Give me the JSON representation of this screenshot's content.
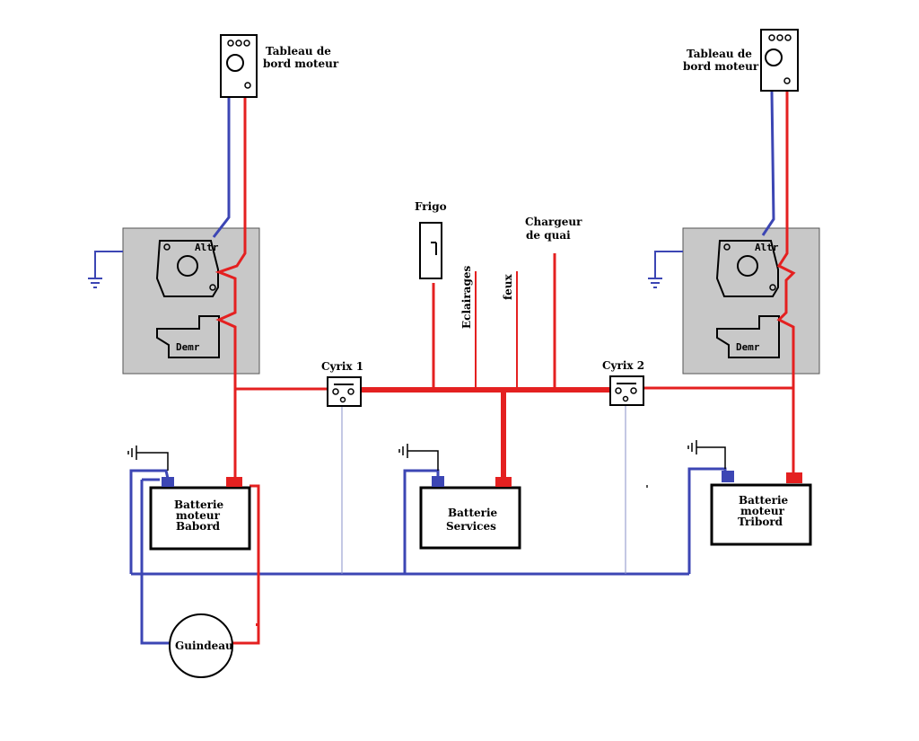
{
  "colors": {
    "positive": "#e42020",
    "negative": "#3c46b4",
    "engine_block": "#c8c8c8",
    "outline": "#000000"
  },
  "dashboard_left": {
    "label_line1": "Tableau de",
    "label_line2": "bord moteur"
  },
  "dashboard_right": {
    "label_line1": "Tableau de",
    "label_line2": "bord moteur"
  },
  "engine_left": {
    "alternator_label": "Altr",
    "starter_label": "Demr"
  },
  "engine_right": {
    "alternator_label": "Altr",
    "starter_label": "Demr"
  },
  "consumers": {
    "fridge": "Frigo",
    "lighting": "Eclairages",
    "lights": "feux",
    "charger_line1": "Chargeur",
    "charger_line2": "de quai"
  },
  "relay_1": {
    "label": "Cyrix  1"
  },
  "relay_2": {
    "label": "Cyrix  2"
  },
  "battery_port": {
    "line1": "Batterie",
    "line2": "moteur",
    "line3": "Babord"
  },
  "battery_service": {
    "line1": "Batterie",
    "line2": "Services"
  },
  "battery_starboard": {
    "line1": "Batterie",
    "line2": "moteur",
    "line3": "Tribord"
  },
  "windlass": {
    "label": "Guindeau"
  }
}
